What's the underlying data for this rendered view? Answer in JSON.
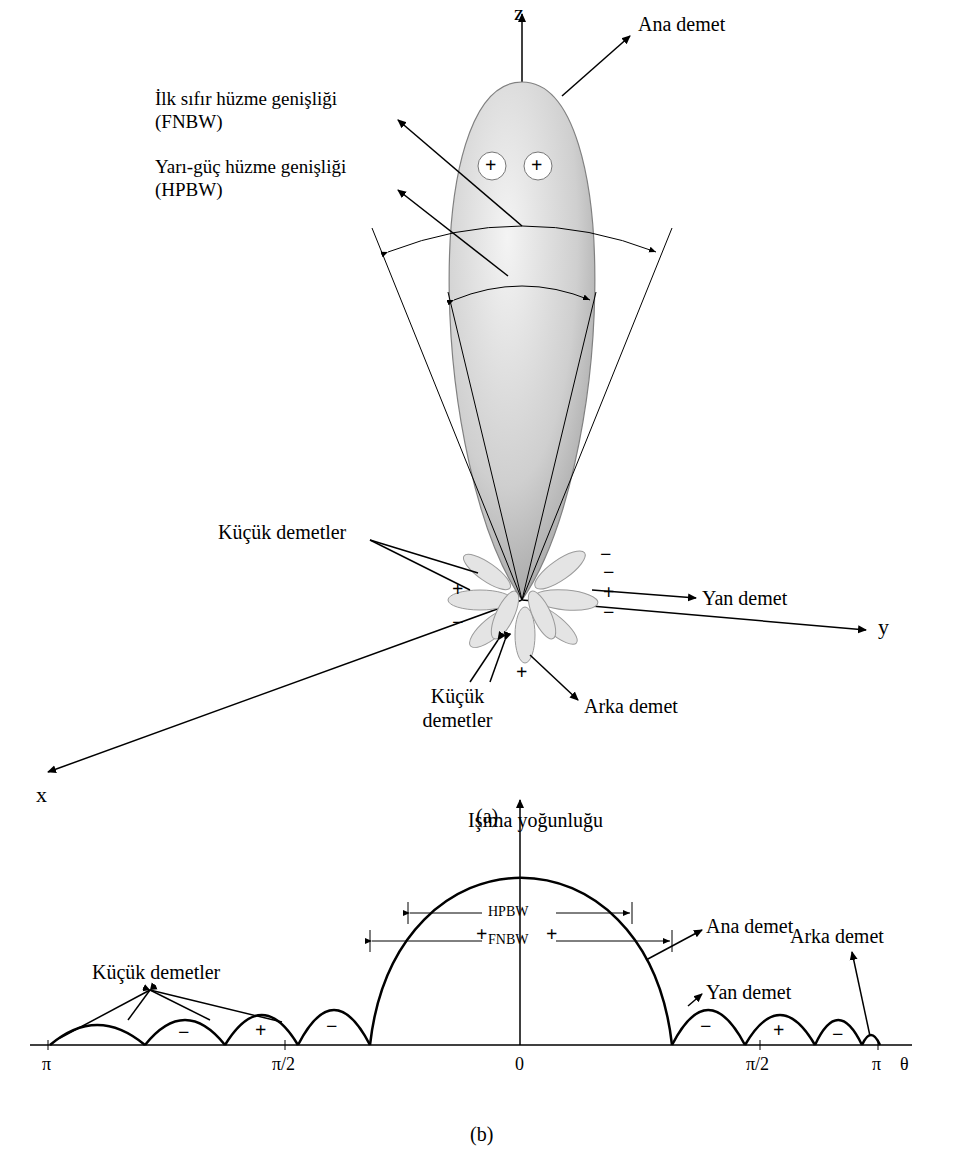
{
  "diagram": {
    "labels": [
      "z",
      "Ana demet",
      "İlk sıfır hüzme genişliği (FNBW)",
      "Yarı-güç hüzme genişliği (HPBW)",
      "+",
      "+",
      "Küçük demetler",
      "Yan demet",
      "−",
      "−",
      "+",
      "−",
      "+",
      "−",
      "+",
      "y",
      "Arka demet",
      "Küçük demetler",
      "x",
      "(a)",
      "Işıma yoğunluğu",
      "+",
      "+",
      "Ana demet",
      "HPBW",
      "FNBW",
      "Küçük demetler",
      "Yan demet",
      "Arka demet",
      "−",
      "+",
      "−",
      "−",
      "+",
      "−",
      "π",
      "π/2",
      "0",
      "π/2",
      "π",
      "θ",
      "(b)"
    ]
  }
}
